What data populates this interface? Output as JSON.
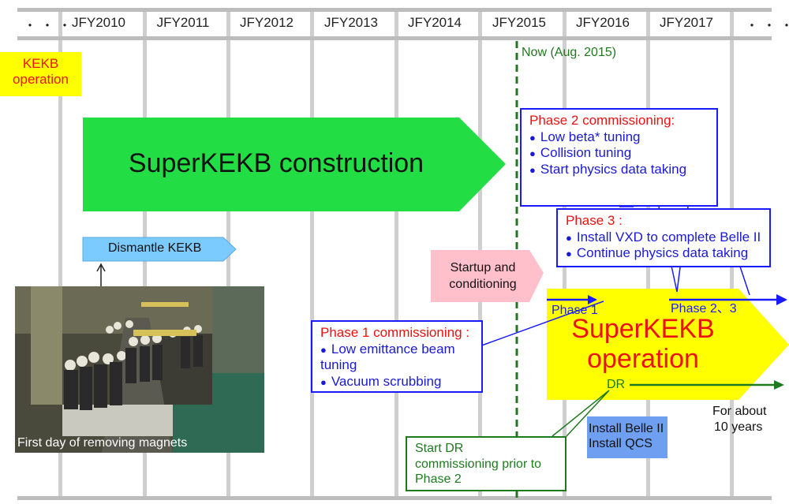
{
  "header": {
    "left_dots": "・・・",
    "right_dots": "・・・",
    "years": [
      "JFY2010",
      "JFY2011",
      "JFY2012",
      "JFY2013",
      "JFY2014",
      "JFY2015",
      "JFY2016",
      "JFY2017"
    ]
  },
  "kekb_box": {
    "line1": "KEKB",
    "line2": "operation",
    "bg": "#ffff00",
    "text_color": "#ee1111"
  },
  "now_marker": {
    "label": "Now (Aug. 2015)",
    "color": "#1f7a1f"
  },
  "construction_arrow": {
    "label": "SuperKEKB construction",
    "fill": "#22dd44"
  },
  "dismantle": {
    "label": "Dismantle KEKB",
    "fill": "#7ccbff"
  },
  "photo": {
    "caption": "First day of removing magnets"
  },
  "startup_arrow": {
    "line1": "Startup and",
    "line2": "conditioning",
    "fill": "#ffc0cb"
  },
  "operation_arrow": {
    "line1": "SuperKEKB",
    "line2": "operation",
    "fill": "#ffff00",
    "text_color": "#ee1111"
  },
  "phase_labels": {
    "phase1": "Phase 1",
    "phase23": "Phase 2、3",
    "dr": "DR"
  },
  "callouts": {
    "phase2": {
      "title": "Phase 2 commissioning:",
      "items": [
        "Low beta* tuning",
        "Collision tuning",
        "Start physics data taking"
      ]
    },
    "phase3": {
      "title": "Phase 3 :",
      "items": [
        "Install VXD to complete Belle II",
        "Continue physics data taking"
      ]
    },
    "phase1": {
      "title": "Phase 1 commissioning :",
      "items": [
        "Low emittance beam",
        "tuning",
        "Vacuum scrubbing"
      ]
    },
    "dr": {
      "lines": [
        "Start DR",
        "commissioning prior to",
        "Phase 2"
      ]
    }
  },
  "install_box": {
    "line1": "Install Belle II",
    "line2": "Install QCS",
    "fill": "#6f9ff0"
  },
  "ten_years": {
    "line1": "For about",
    "line2": "10 years"
  },
  "colors": {
    "blue_arrow": "#1a1aff",
    "green": "#1f7a1f",
    "grid": "#c8c8c8"
  }
}
